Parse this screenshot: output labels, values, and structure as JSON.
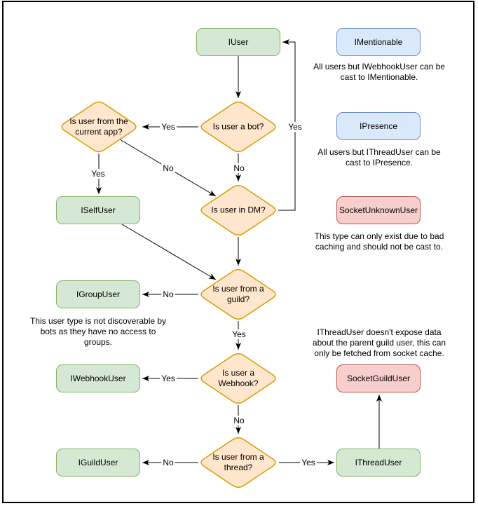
{
  "colors": {
    "green_fill": "#d5e8d4",
    "green_stroke": "#82b366",
    "orange_fill": "#ffe6cc",
    "orange_stroke": "#d79b00",
    "blue_fill": "#dae8fc",
    "blue_stroke": "#6c8ebf",
    "red_fill": "#f8cecc",
    "red_stroke": "#b85450",
    "connector": "#000000",
    "background": "#ffffff"
  },
  "nodes": {
    "iuser": "IUser",
    "iselfuser": "ISelfUser",
    "igroupuser": "IGroupUser",
    "iwebhookuser": "IWebhookUser",
    "iguilduser": "IGuildUser",
    "ithreaduser": "IThreadUser",
    "imentionable": "IMentionable",
    "ipresence": "IPresence",
    "socketunknownuser": "SocketUnknownUser",
    "socketguilduser": "SocketGuildUser"
  },
  "decisions": {
    "current_app": "Is user from the\ncurrent app?",
    "bot": "Is user a bot?",
    "dm": "Is user in DM?",
    "guild": "Is user from a\nguild?",
    "webhook": "Is user a\nWebhook?",
    "thread": "Is user from a\nthread?"
  },
  "edge_labels": {
    "yes": "Yes",
    "no": "No"
  },
  "notes": {
    "imentionable": "All users but IWebhookUser can be\ncast to IMentionable.",
    "ipresence": "All users but IThreadUser can be\ncast to IPresence.",
    "socketunknownuser": "This type can only exist due to bad\ncaching and should not be cast to.",
    "igroupuser": "This user type is not discoverable by\nbots as they have no access to\ngroups.",
    "ithreaduser": "IThreadUser doesn't expose data\nabout the parent guild user, this can\nonly be fetched from socket cache."
  }
}
